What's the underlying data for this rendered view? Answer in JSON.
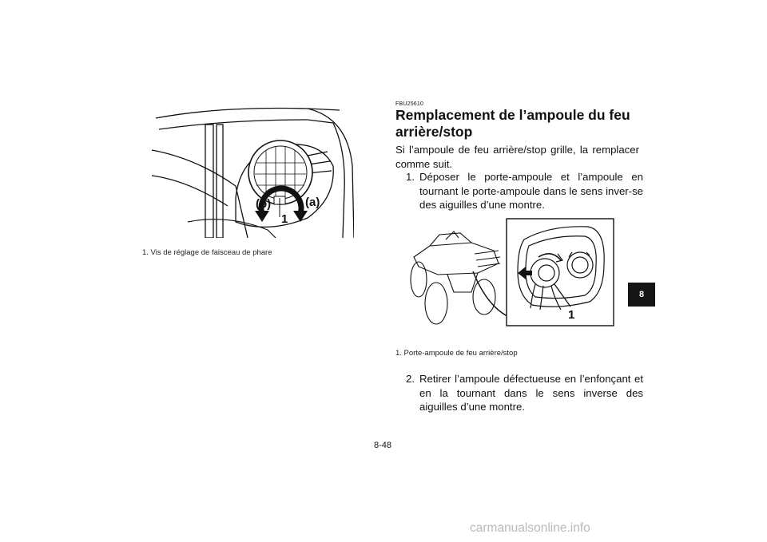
{
  "figure_left": {
    "label_b": "(b)",
    "label_a": "(a)",
    "callout": "1",
    "caption": "1.  Vis de réglage de faisceau de phare"
  },
  "section": {
    "code": "FBU25610",
    "title_line1": "Remplacement de l’ampoule du feu",
    "title_line2": "arrière/stop",
    "intro": "Si l’ampoule de feu arrière/stop grille, la remplacer comme suit."
  },
  "steps": [
    {
      "num": "1.",
      "text": "Déposer le porte-ampoule et l’ampoule en tournant le porte-ampoule dans le sens inver-se des aiguilles d’une montre."
    },
    {
      "num": "2.",
      "text": "Retirer l’ampoule défectueuse en l’enfonçant et en la tournant dans le sens inverse des aiguilles d’une montre."
    }
  ],
  "figure_right": {
    "callout": "1",
    "caption": "1.  Porte-ampoule de feu arrière/stop"
  },
  "chapter_tab": "8",
  "page_number": "8-48",
  "watermark": "carmanualsonline.info"
}
